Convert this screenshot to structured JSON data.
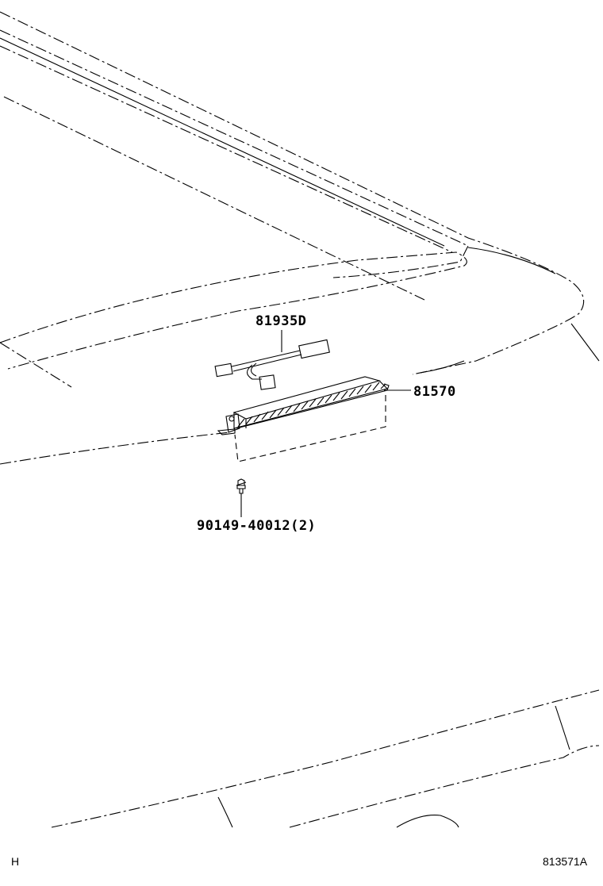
{
  "diagram": {
    "parts": [
      {
        "id": "harness",
        "label": "81935D"
      },
      {
        "id": "lamp",
        "label": "81570"
      },
      {
        "id": "screw",
        "label": "90149-40012(2)"
      }
    ],
    "corner_left": "H",
    "figure_code": "813571A"
  }
}
